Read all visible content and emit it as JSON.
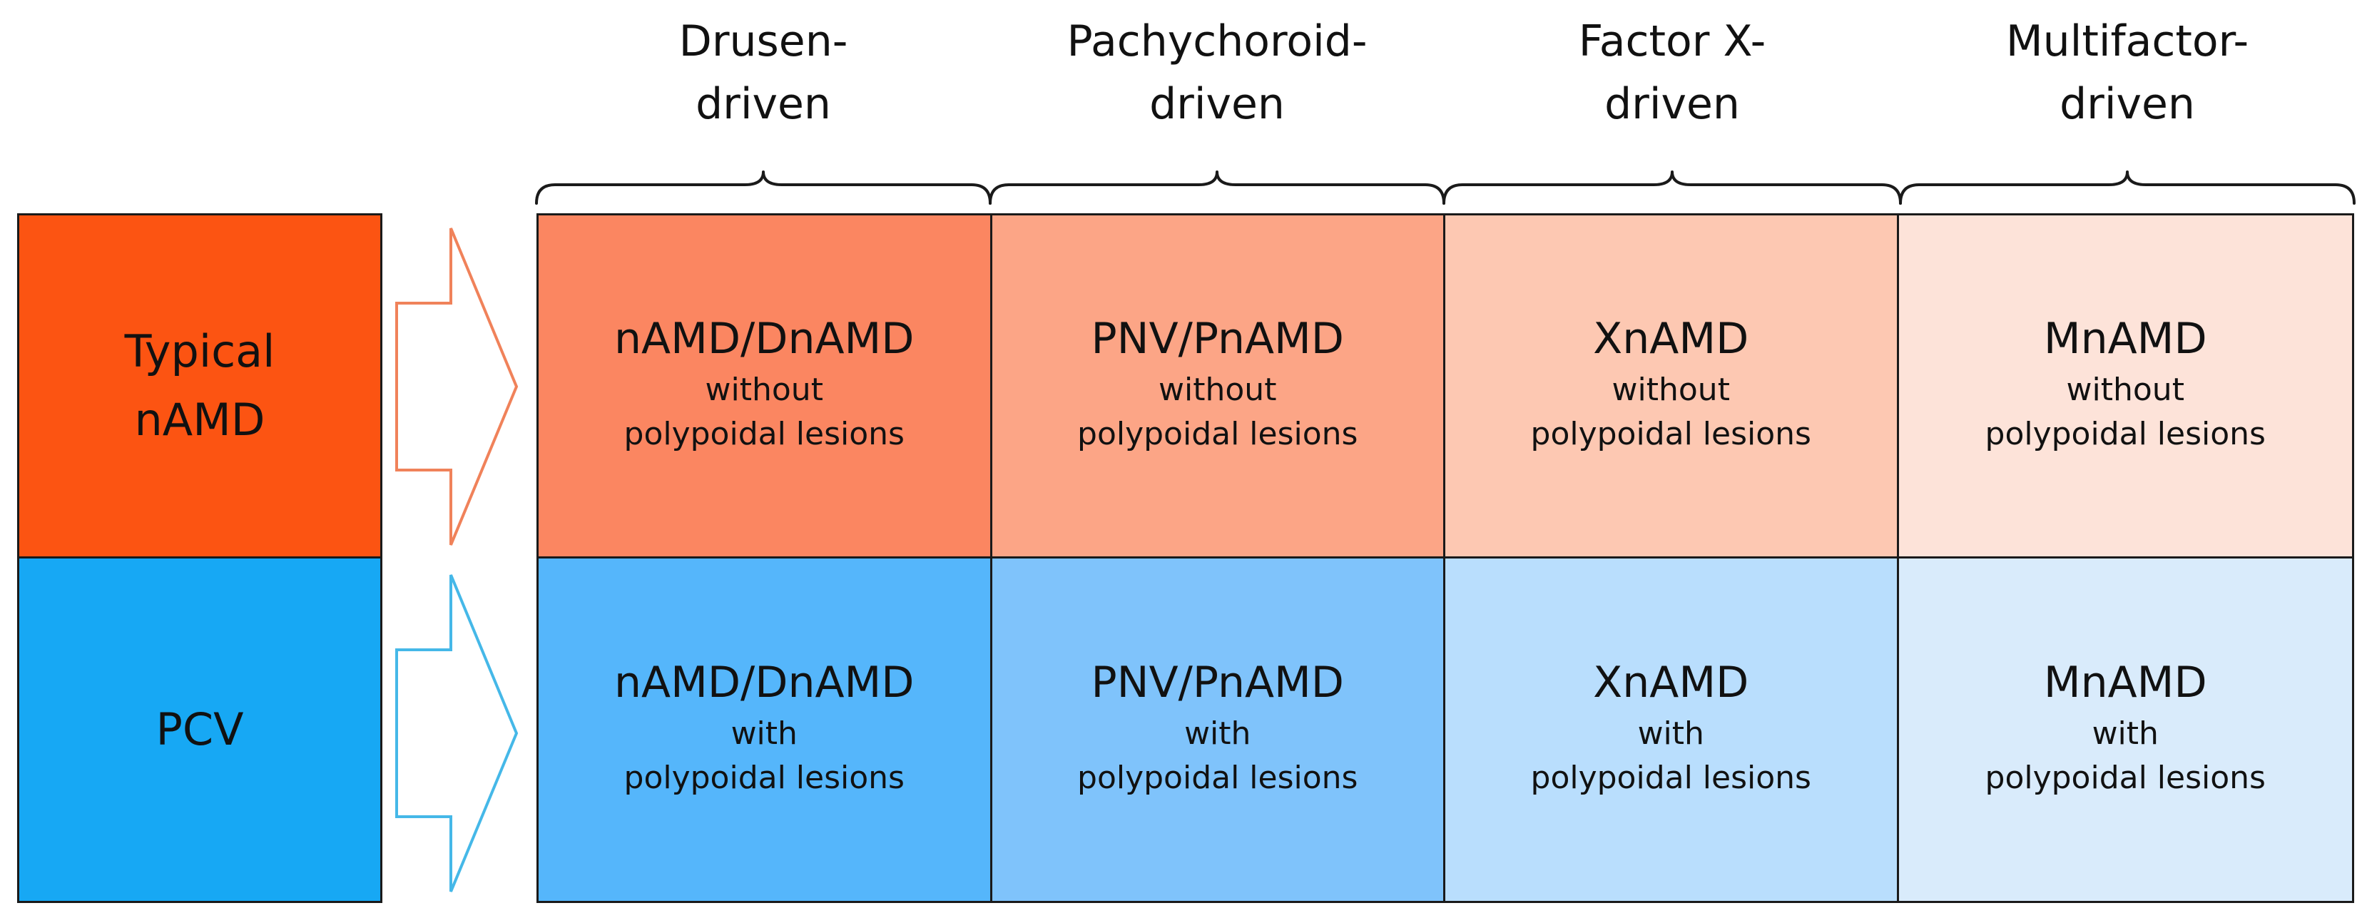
{
  "columns": [
    {
      "line1": "Drusen-",
      "line2": "driven"
    },
    {
      "line1": "Pachychoroid-",
      "line2": "driven"
    },
    {
      "line1": "Factor X-",
      "line2": "driven"
    },
    {
      "line1": "Multifactor-",
      "line2": "driven"
    }
  ],
  "rows": [
    {
      "line1": "Typical",
      "line2": "nAMD",
      "color": "#fc5412"
    },
    {
      "line1": "PCV",
      "line2": "",
      "color": "#17a8f4"
    }
  ],
  "cells": [
    [
      {
        "main": "nAMD/DnAMD",
        "qualifier": "without",
        "sub": "polypoidal lesions",
        "color": "#fb8661"
      },
      {
        "main": "PNV/PnAMD",
        "qualifier": "without",
        "sub": "polypoidal lesions",
        "color": "#fca586"
      },
      {
        "main": "XnAMD",
        "qualifier": "without",
        "sub": "polypoidal lesions",
        "color": "#fdc8b2"
      },
      {
        "main": "MnAMD",
        "qualifier": "without",
        "sub": "polypoidal lesions",
        "color": "#fde3d9"
      }
    ],
    [
      {
        "main": "nAMD/DnAMD",
        "qualifier": "with",
        "sub": "polypoidal lesions",
        "color": "#55b6fb"
      },
      {
        "main": "PNV/PnAMD",
        "qualifier": "with",
        "sub": "polypoidal lesions",
        "color": "#7fc3fb"
      },
      {
        "main": "XnAMD",
        "qualifier": "with",
        "sub": "polypoidal lesions",
        "color": "#b9defd"
      },
      {
        "main": "MnAMD",
        "qualifier": "with",
        "sub": "polypoidal lesions",
        "color": "#d9ebfb"
      }
    ]
  ],
  "arrow_colors": {
    "top": "#f0825a",
    "bottom": "#45b8e8"
  }
}
